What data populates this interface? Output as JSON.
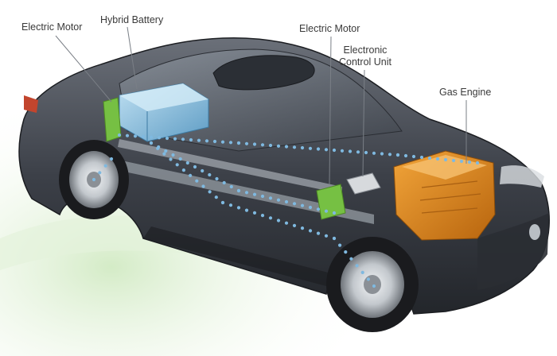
{
  "callouts": {
    "electric_motor_front": "Electric Motor",
    "hybrid_battery": "Hybrid Battery",
    "electric_motor_rear": "Electric Motor",
    "ecu_line1": "Electronic",
    "ecu_line2": "Control Unit",
    "gas_engine": "Gas Engine"
  },
  "colors": {
    "battery": "#8fc3e0",
    "motor": "#76c043",
    "engine": "#e08a1e",
    "body": "#4a4f57",
    "wire_dots": "#7fb9e0",
    "background_glow": "#cfe9c0"
  }
}
